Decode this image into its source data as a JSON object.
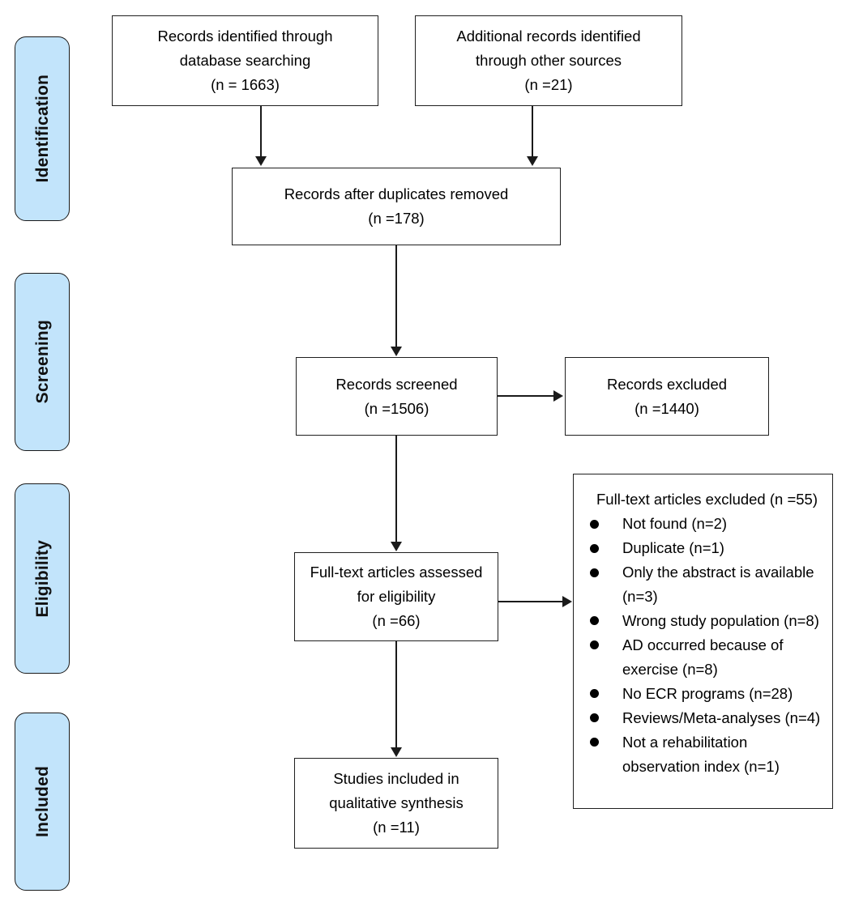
{
  "diagram": {
    "type": "prisma-flow-diagram",
    "colors": {
      "stage_fill": "#c2e4fb",
      "stage_border": "#1a1a1a",
      "box_border": "#1f1f1f",
      "connector": "#1a1a1a",
      "background": "#ffffff"
    },
    "stages": [
      {
        "label": "Identification"
      },
      {
        "label": "Screening"
      },
      {
        "label": "Eligibility"
      },
      {
        "label": "Included"
      }
    ],
    "boxes": {
      "database_search": {
        "lines": [
          "Records identified through",
          "database searching",
          "(n = 1663)"
        ]
      },
      "other_sources": {
        "lines": [
          "Additional records identified",
          "through other sources",
          "(n =21)"
        ]
      },
      "duplicates_removed": {
        "lines": [
          "Records after duplicates removed",
          "(n =178)"
        ]
      },
      "records_screened": {
        "lines": [
          "Records screened",
          "(n =1506)"
        ]
      },
      "records_excluded": {
        "lines": [
          "Records excluded",
          "(n =1440)"
        ]
      },
      "fulltext_assessed": {
        "lines": [
          "Full-text articles assessed",
          "for eligibility",
          "(n =66)"
        ]
      },
      "studies_included": {
        "lines": [
          "Studies included in",
          "qualitative synthesis",
          "(n =11)"
        ]
      },
      "fulltext_excluded": {
        "heading": "Full-text articles excluded (n =55)",
        "reasons": [
          "Not found (n=2)",
          "Duplicate (n=1)",
          "Only the abstract is available (n=3)",
          "Wrong study population (n=8)",
          "AD occurred because of exercise (n=8)",
          "No ECR programs (n=28)",
          "Reviews/Meta-analyses (n=4)",
          "Not a rehabilitation observation index (n=1)"
        ]
      }
    }
  }
}
